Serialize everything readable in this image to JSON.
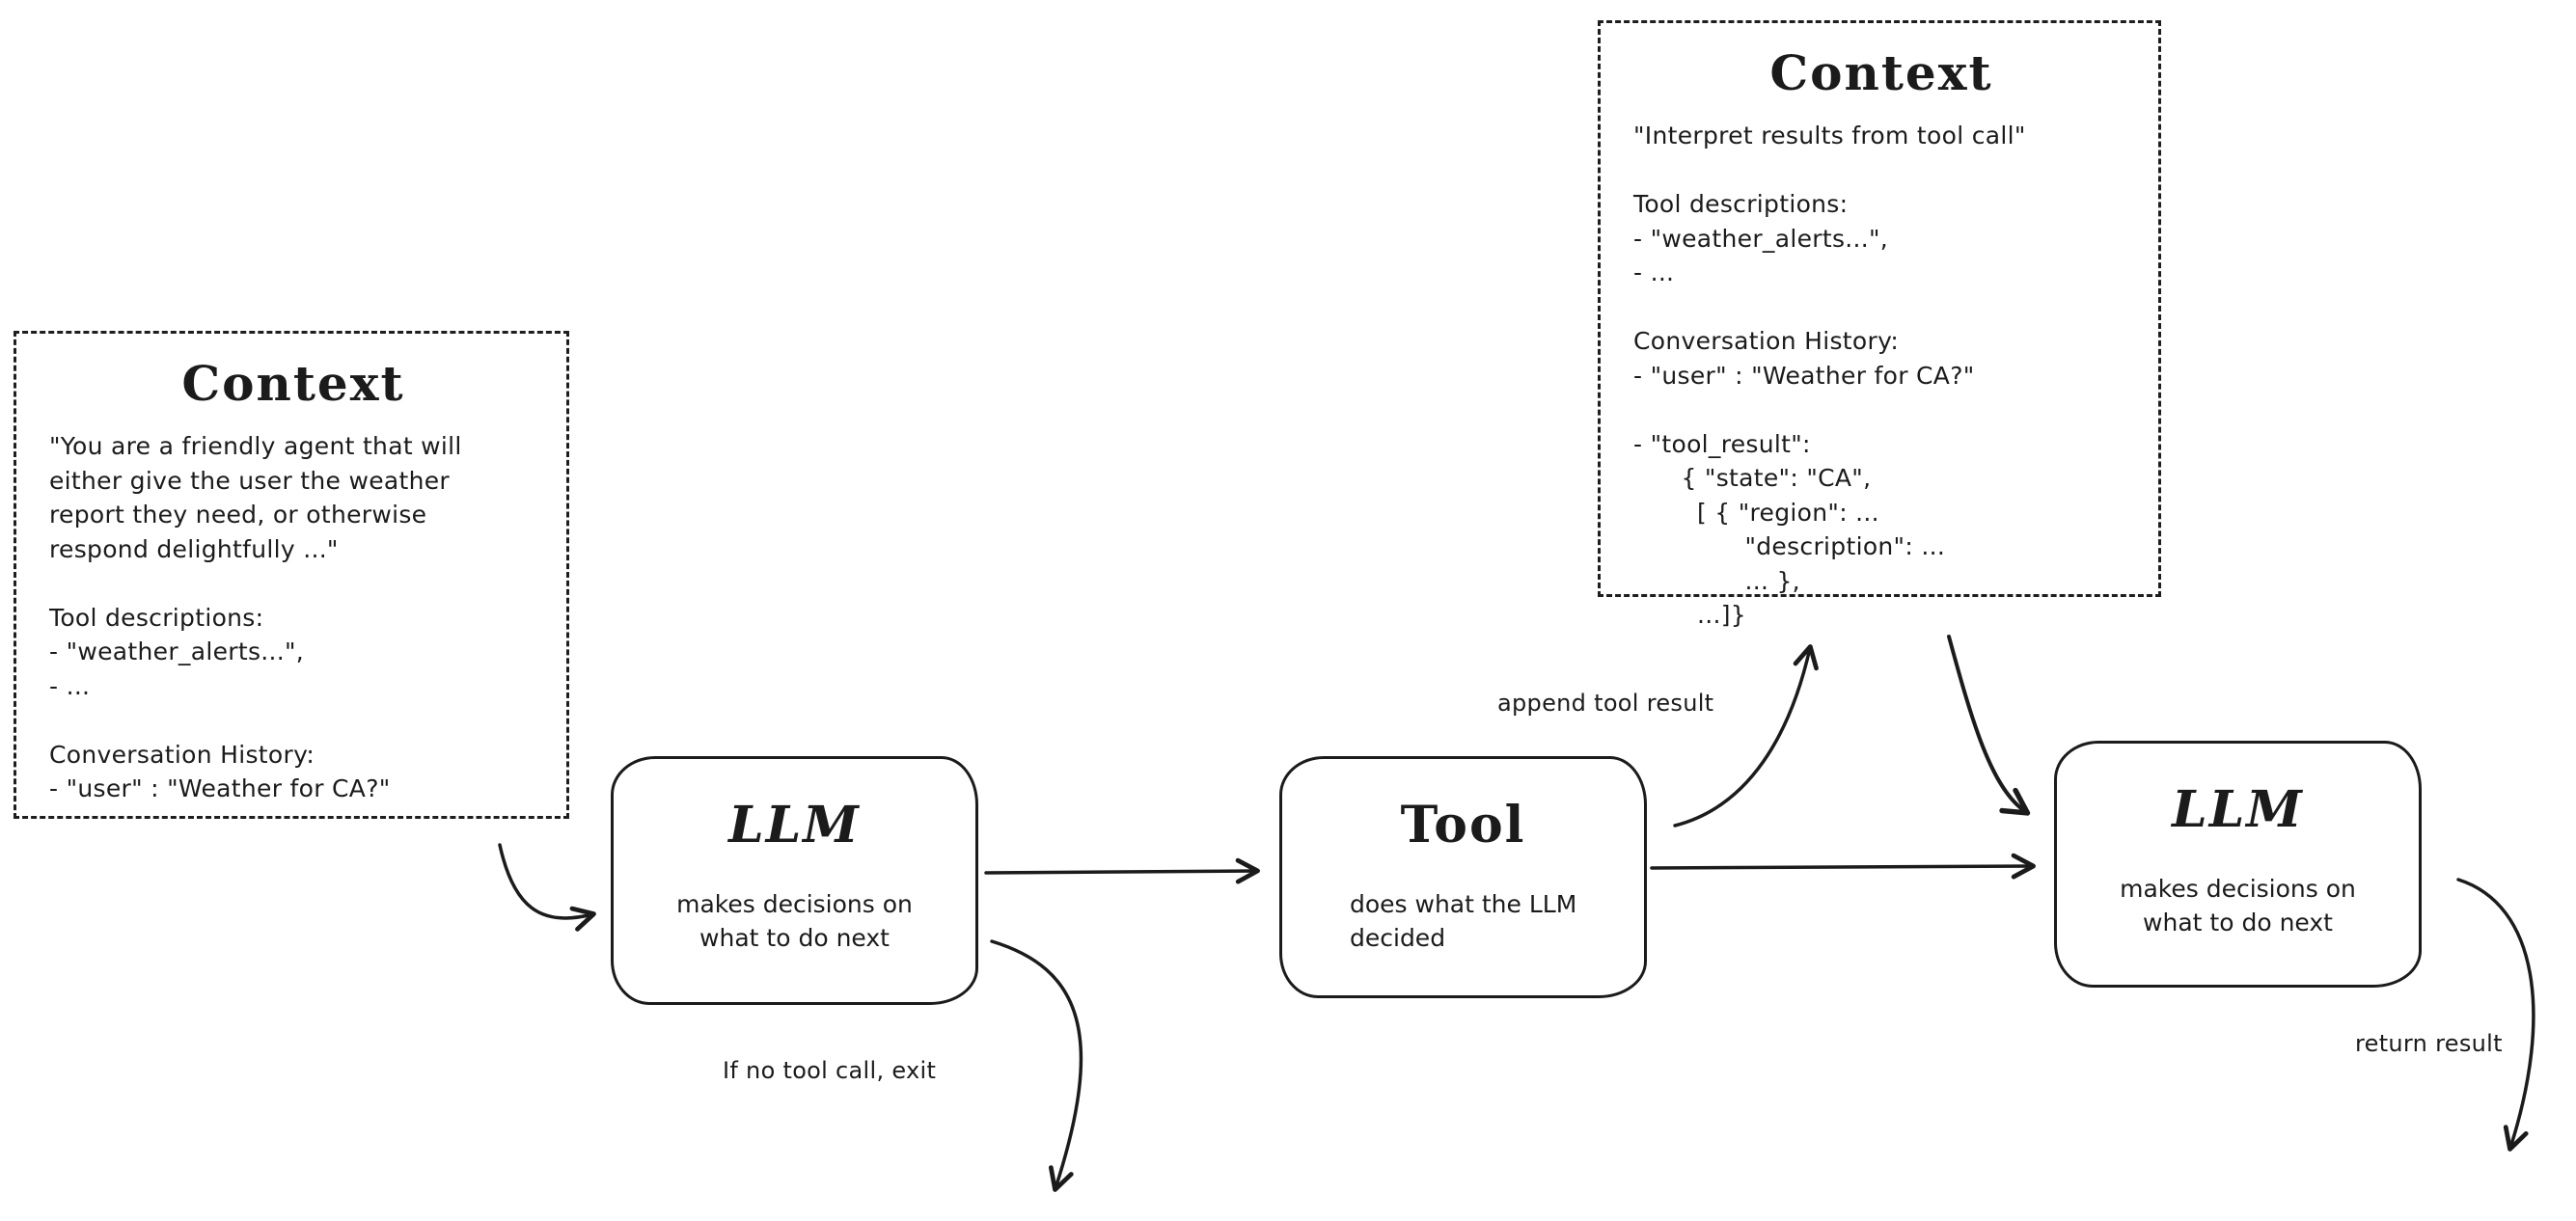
{
  "context_left": {
    "title": "Context",
    "body": "\"You are a friendly agent that will\neither give the user the weather\nreport they need, or otherwise\nrespond delightfully ...\"\n\nTool descriptions:\n- \"weather_alerts...\",\n- ...\n\nConversation History:\n- \"user\" : \"Weather for CA?\""
  },
  "context_top": {
    "title": "Context",
    "body": "\"Interpret results from tool call\"\n\nTool descriptions:\n- \"weather_alerts...\",\n- ...\n\nConversation History:\n- \"user\" : \"Weather for CA?\"\n\n- \"tool_result\":\n      { \"state\": \"CA\",\n        [ { \"region\": ...\n              \"description\": ...\n              ... },\n        ...]}"
  },
  "nodes": {
    "llm1": {
      "title": "LLM",
      "subtitle": "makes decisions on\nwhat to do next"
    },
    "tool": {
      "title": "Tool",
      "subtitle": "does what the LLM\ndecided"
    },
    "llm2": {
      "title": "LLM",
      "subtitle": "makes decisions on\nwhat to do next"
    }
  },
  "labels": {
    "append_tool_result": "append tool result",
    "no_tool_exit": "If no tool call, exit",
    "return_result": "return result"
  },
  "colors": {
    "ink": "#1b1b1b",
    "background": "#ffffff"
  }
}
